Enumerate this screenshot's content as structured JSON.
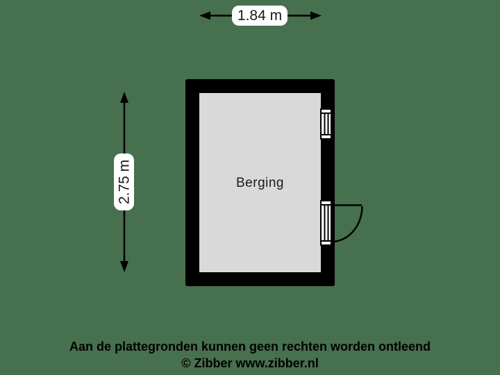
{
  "canvas": {
    "background_color": "#47704e"
  },
  "floorplan": {
    "room": {
      "label": "Berging",
      "wall_color": "#000000",
      "floor_color": "#d9d9d9"
    },
    "dimensions": {
      "width_label": "1.84 m",
      "height_label": "2.75 m"
    },
    "symbols": {
      "window": "window-icon",
      "door": "door-swing-icon"
    }
  },
  "footer": {
    "disclaimer": "Aan de plattegronden kunnen geen rechten worden ontleend",
    "copyright": "© Zibber www.zibber.nl"
  }
}
